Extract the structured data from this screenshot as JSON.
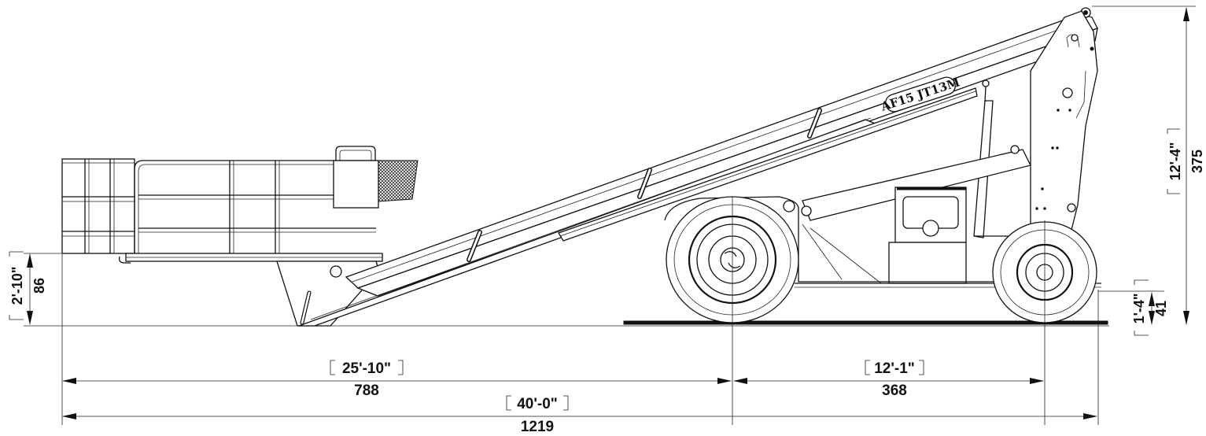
{
  "model_label": "AF15 JT13M",
  "dimensions": {
    "platform_height": {
      "imperial": "2'-10\"",
      "metric": "86"
    },
    "overall_height": {
      "imperial": "12'-4\"",
      "metric": "375"
    },
    "ground_clearance": {
      "imperial": "1'-4\"",
      "metric": "41"
    },
    "platform_to_axle": {
      "imperial": "25'-10\"",
      "metric": "788"
    },
    "wheelbase": {
      "imperial": "12'-1\"",
      "metric": "368"
    },
    "overall_length": {
      "imperial": "40'-0\"",
      "metric": "1219"
    }
  }
}
